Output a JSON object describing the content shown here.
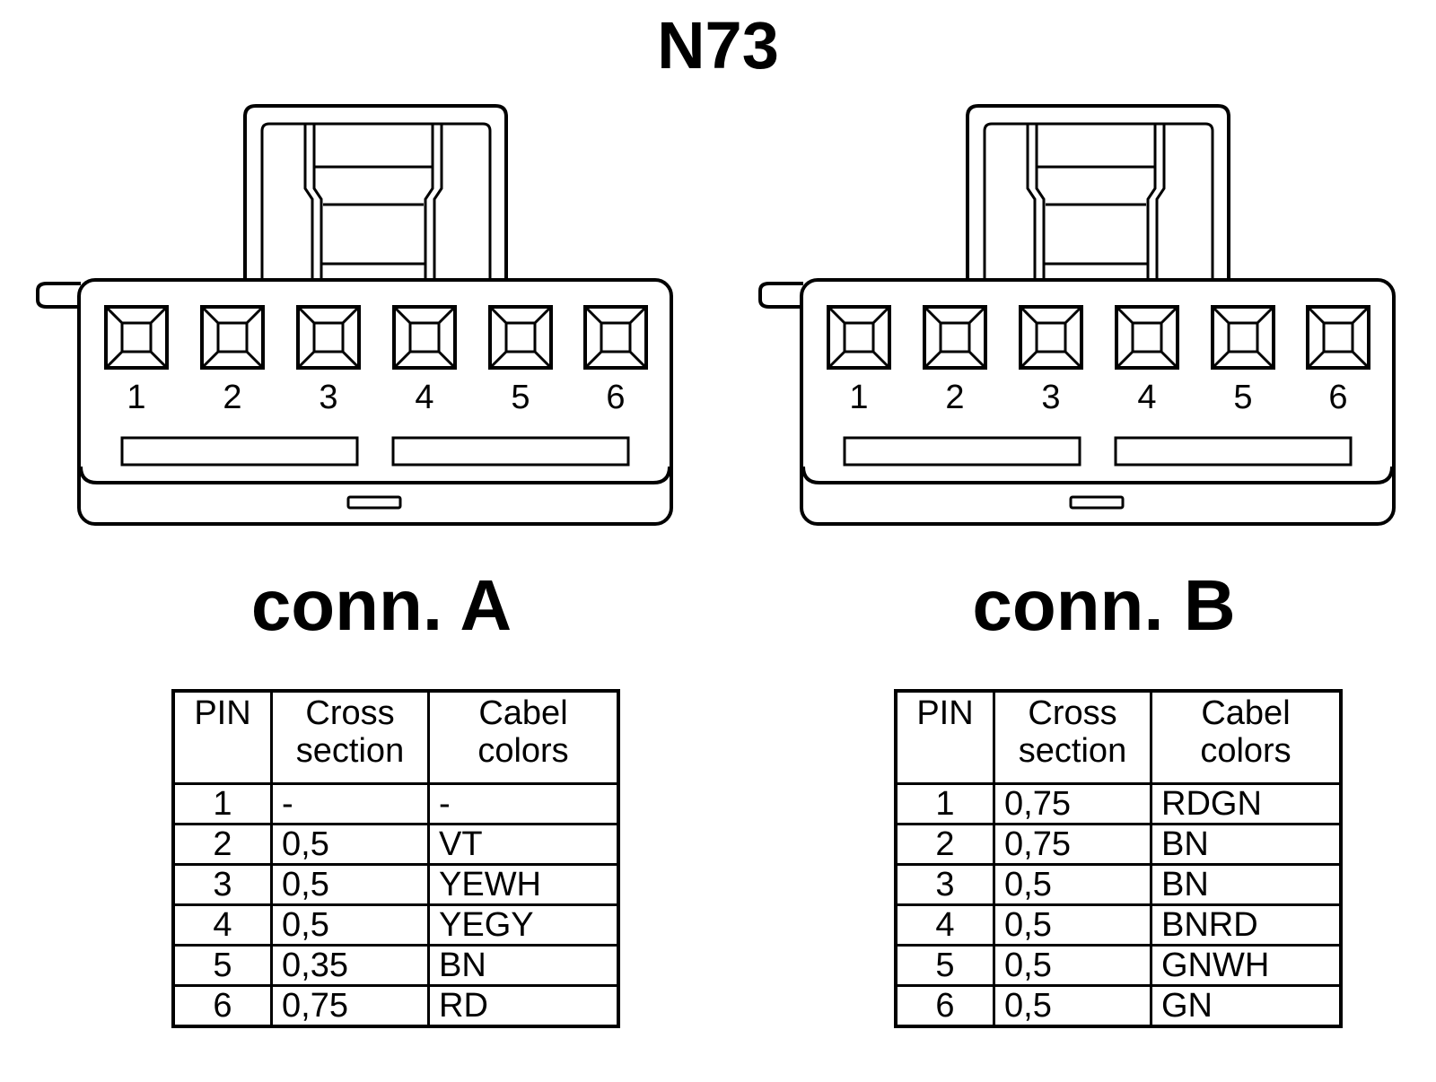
{
  "title": "N73",
  "connectors": [
    {
      "label": "conn. A",
      "pin_numbers": [
        "1",
        "2",
        "3",
        "4",
        "5",
        "6"
      ],
      "headers": {
        "pin": "PIN",
        "cross_section": "Cross\nsection",
        "colors": "Cabel\ncolors"
      },
      "rows": [
        {
          "pin": "1",
          "cross": "-",
          "color": "-"
        },
        {
          "pin": "2",
          "cross": "0,5",
          "color": "VT"
        },
        {
          "pin": "3",
          "cross": "0,5",
          "color": "YEWH"
        },
        {
          "pin": "4",
          "cross": "0,5",
          "color": "YEGY"
        },
        {
          "pin": "5",
          "cross": "0,35",
          "color": "BN"
        },
        {
          "pin": "6",
          "cross": "0,75",
          "color": "RD"
        }
      ]
    },
    {
      "label": "conn. B",
      "pin_numbers": [
        "1",
        "2",
        "3",
        "4",
        "5",
        "6"
      ],
      "headers": {
        "pin": "PIN",
        "cross_section": "Cross\nsection",
        "colors": "Cabel\ncolors"
      },
      "rows": [
        {
          "pin": "1",
          "cross": "0,75",
          "color": "RDGN"
        },
        {
          "pin": "2",
          "cross": "0,75",
          "color": "BN"
        },
        {
          "pin": "3",
          "cross": "0,5",
          "color": "BN"
        },
        {
          "pin": "4",
          "cross": "0,5",
          "color": "BNRD"
        },
        {
          "pin": "5",
          "cross": "0,5",
          "color": "GNWH"
        },
        {
          "pin": "6",
          "cross": "0,5",
          "color": "GN"
        }
      ]
    }
  ]
}
